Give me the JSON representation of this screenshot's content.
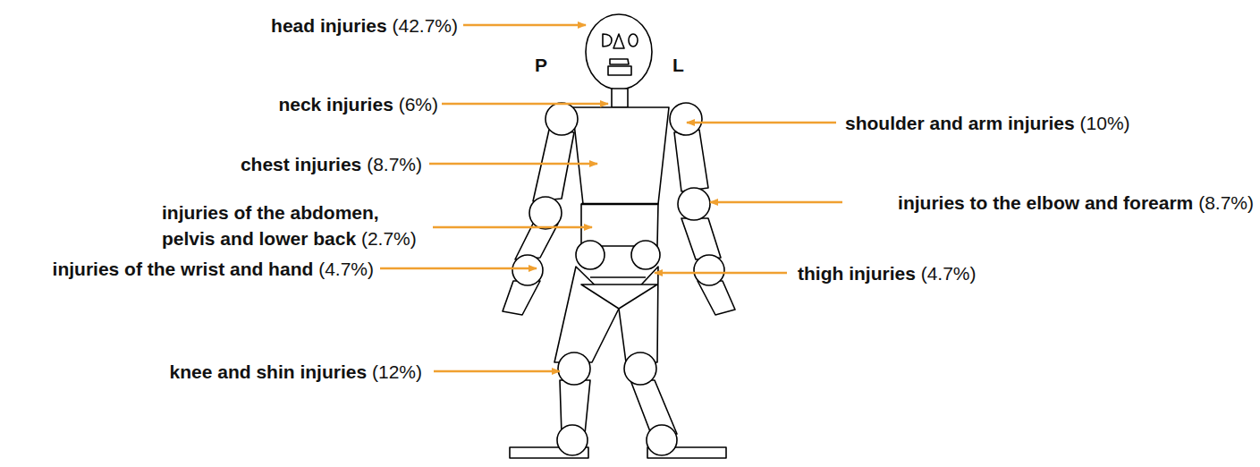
{
  "diagram": {
    "labels": [
      "head injuries",
      "(42.7%)",
      "P",
      "L",
      "neck injuries",
      "(6%)",
      "shoulder and arm injuries",
      "(10%)",
      "chest injuries",
      "(8.7%)",
      "injuries to the elbow and forearm",
      "(8.7%)",
      "injuries of the abdomen, pelvis and lower back",
      "(2.7%)",
      "injuries of the wrist and hand",
      "(4.7%)",
      "thigh injuries",
      "(4.7%)",
      "knee and shin injuries",
      "(12%)"
    ]
  }
}
